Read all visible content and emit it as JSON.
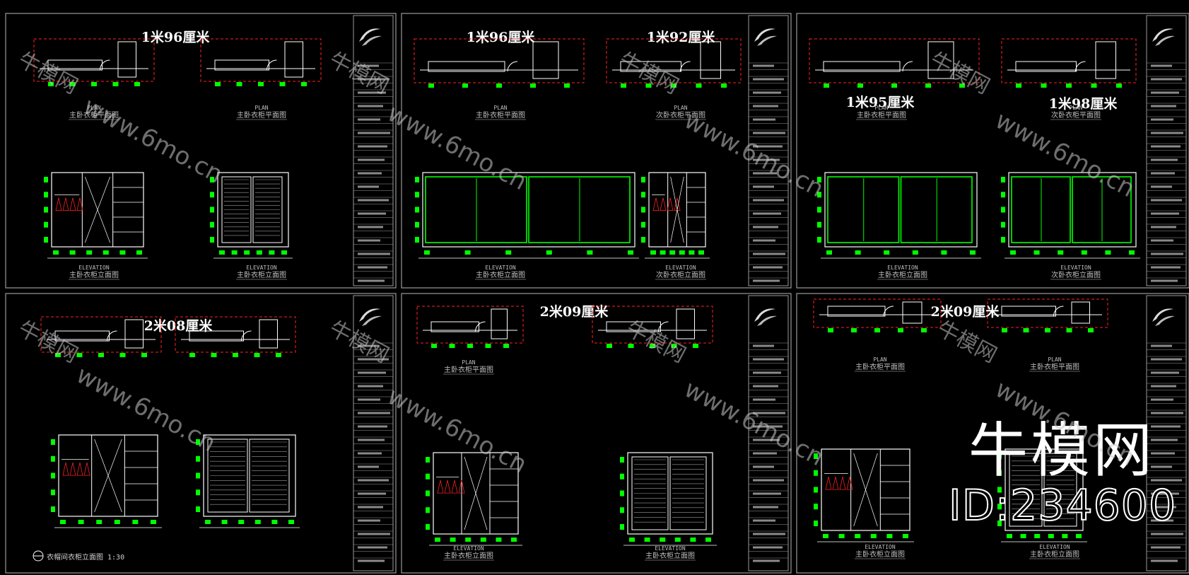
{
  "sheets": [
    {
      "dims": [
        "1米96厘米"
      ],
      "plans": [
        {
          "en": "PLAN",
          "cn": "主卧衣柜平面图"
        },
        {
          "en": "PLAN",
          "cn": "主卧衣柜平面图"
        }
      ],
      "elevations": [
        {
          "en": "ELEVATION",
          "cn": "主卧衣柜立面图"
        },
        {
          "en": "ELEVATION",
          "cn": "主卧衣柜立面图"
        }
      ]
    },
    {
      "dims": [
        "1米96厘米",
        "1米92厘米"
      ],
      "plans": [
        {
          "en": "PLAN",
          "cn": "主卧衣柜平面图"
        },
        {
          "en": "PLAN",
          "cn": "次卧衣柜平面图"
        }
      ],
      "elevations": [
        {
          "en": "ELEVATION",
          "cn": "主卧衣柜立面图"
        },
        {
          "en": "ELEVATION",
          "cn": "次卧衣柜立面图"
        }
      ]
    },
    {
      "dims": [
        "1米95厘米",
        "1米98厘米"
      ],
      "plans": [
        {
          "en": "PLAN",
          "cn": "主卧衣柜平面图"
        },
        {
          "en": "PLAN",
          "cn": "次卧衣柜平面图"
        }
      ],
      "elevations": [
        {
          "en": "ELEVATION",
          "cn": "主卧衣柜立面图"
        },
        {
          "en": "ELEVATION",
          "cn": "次卧衣柜立面图"
        }
      ]
    },
    {
      "dims": [
        "2米08厘米"
      ],
      "plans": [],
      "elevations": [],
      "bottom_note": "衣帽间衣柜立面图  1:30"
    },
    {
      "dims": [
        "2米09厘米"
      ],
      "plans": [
        {
          "en": "PLAN",
          "cn": "主卧衣柜平面图"
        }
      ],
      "elevations": [
        {
          "en": "ELEVATION",
          "cn": "主卧衣柜立面图"
        },
        {
          "en": "ELEVATION",
          "cn": "主卧衣柜立面图"
        }
      ]
    },
    {
      "dims": [
        "2米09厘米"
      ],
      "plans": [
        {
          "en": "PLAN",
          "cn": "主卧衣柜平面图"
        },
        {
          "en": "PLAN",
          "cn": "主卧衣柜平面图"
        }
      ],
      "elevations": [
        {
          "en": "ELEVATION",
          "cn": "主卧衣柜立面图"
        },
        {
          "en": "ELEVATION",
          "cn": "主卧衣柜立面图"
        }
      ]
    }
  ],
  "watermark": {
    "cn": "牛模网",
    "url": "www.6mo.cn"
  },
  "brand": {
    "logo": "牛模网",
    "id": "ID:234600"
  },
  "colors": {
    "background": "#000000",
    "line": "#ffffff",
    "accent": "#00ff00",
    "dash": "#ff2020",
    "frame": "#9a9a9a"
  }
}
